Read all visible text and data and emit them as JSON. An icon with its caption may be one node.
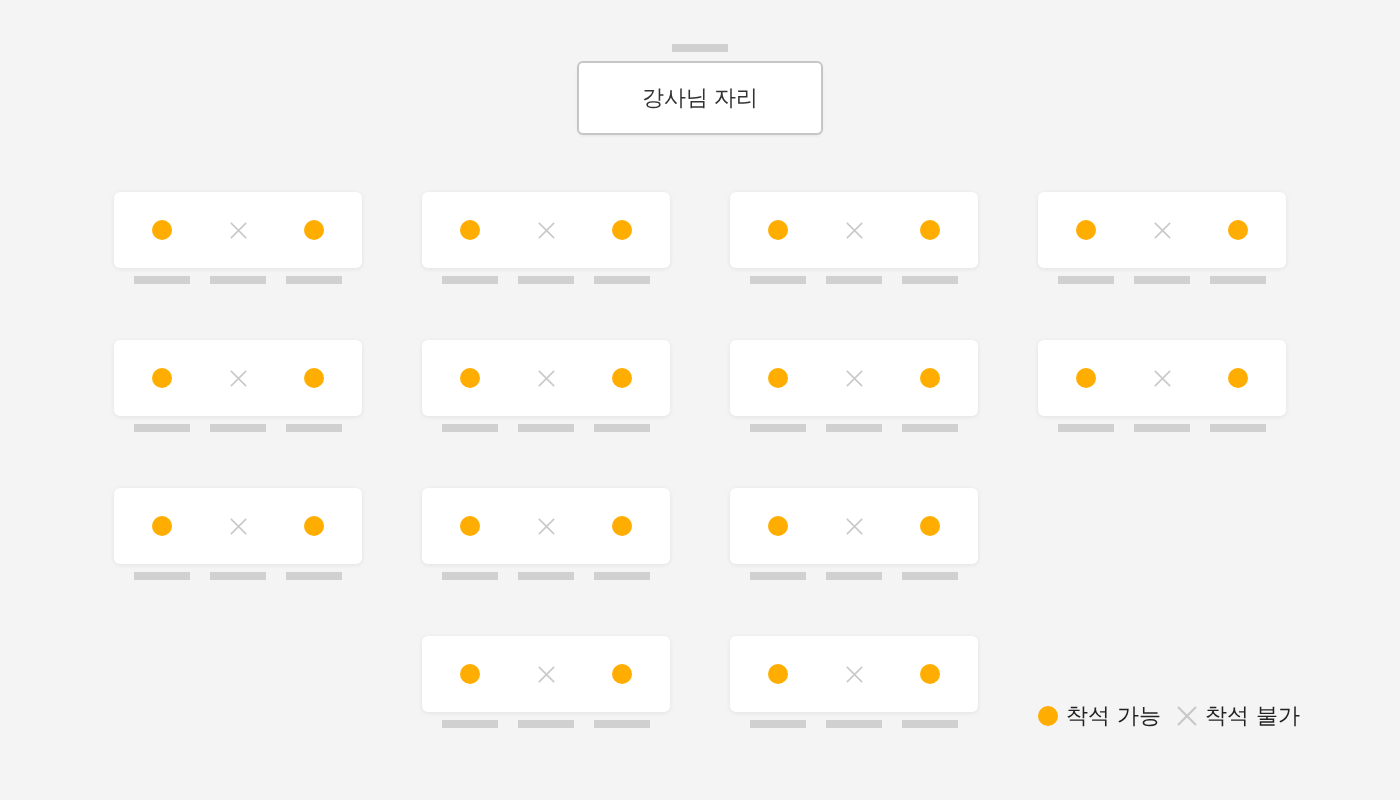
{
  "diagram": {
    "nodes": [
      {
        "text": [
          "강사님 자리"
        ]
      },
      {
        "text": [],
        "shape": "box"
      },
      {
        "text": [],
        "shape": "box"
      },
      {
        "text": [],
        "shape": "box"
      },
      {
        "text": [],
        "shape": "box"
      },
      {
        "text": [],
        "shape": "box"
      },
      {
        "text": [],
        "shape": "box"
      },
      {
        "text": [],
        "shape": "box"
      },
      {
        "text": [],
        "shape": "box"
      },
      {
        "text": [],
        "shape": "box"
      },
      {
        "text": [],
        "shape": "box"
      },
      {
        "text": [],
        "shape": "box"
      },
      {
        "text": [],
        "shape": "box"
      },
      {
        "text": [],
        "shape": "box"
      }
    ],
    "legend": [
      {
        "text": "착석 가능",
        "color": "#ffad00"
      },
      {
        "text": "착석 불가"
      }
    ]
  }
}
